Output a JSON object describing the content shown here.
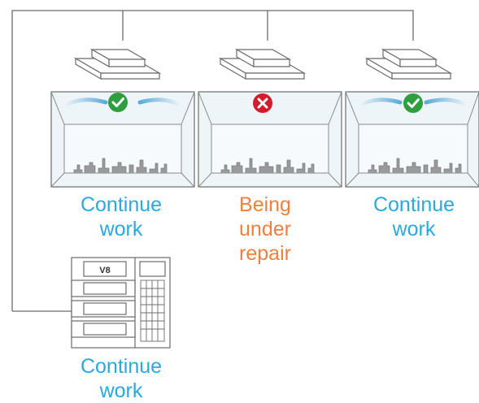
{
  "colors": {
    "line": "#6b6b6b",
    "ok_text": "#29a9e0",
    "repair_text": "#f07f3c",
    "ok_badge": "#2e9e3e",
    "error_badge": "#d21c2c",
    "room_fill": "#eef5f8",
    "airflow": "#4aa3d6"
  },
  "indoor_units": [
    {
      "icon": "cassette-ac-icon",
      "room_icon": "office-room-icon",
      "status_icon": "check-circle-icon",
      "state": "ok",
      "label_lines": [
        "Continue",
        "work"
      ]
    },
    {
      "icon": "cassette-ac-icon",
      "room_icon": "office-room-icon",
      "status_icon": "x-circle-icon",
      "state": "repair",
      "label_lines": [
        "Being",
        "under",
        "repair"
      ]
    },
    {
      "icon": "cassette-ac-icon",
      "room_icon": "office-room-icon",
      "status_icon": "check-circle-icon",
      "state": "ok",
      "label_lines": [
        "Continue",
        "work"
      ]
    }
  ],
  "outdoor_unit": {
    "icon": "outdoor-unit-icon",
    "brand": "V8",
    "label_lines": [
      "Continue",
      "work"
    ]
  }
}
